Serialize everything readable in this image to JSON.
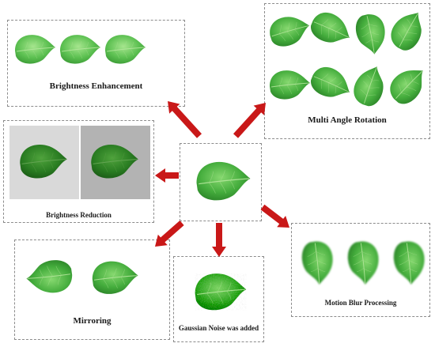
{
  "center": {
    "label": ""
  },
  "panels": {
    "brightness_enhancement": {
      "caption": "Brightness Enhancement"
    },
    "multi_angle_rotation": {
      "caption": "Multi Angle Rotation"
    },
    "brightness_reduction": {
      "caption": "Brightness Reduction"
    },
    "mirroring": {
      "caption": "Mirroring"
    },
    "gaussian_noise": {
      "caption": "Gaussian Noise was added"
    },
    "motion_blur": {
      "caption": "Motion Blur Processing"
    }
  },
  "colors": {
    "arrow": "#c91818",
    "leaf_base": "#3fa83a",
    "leaf_light": "#7fd06a",
    "leaf_dark": "#2a7f26",
    "reduction_bg_light": "#d9d9d9",
    "reduction_bg_dark": "#b3b3b3"
  }
}
